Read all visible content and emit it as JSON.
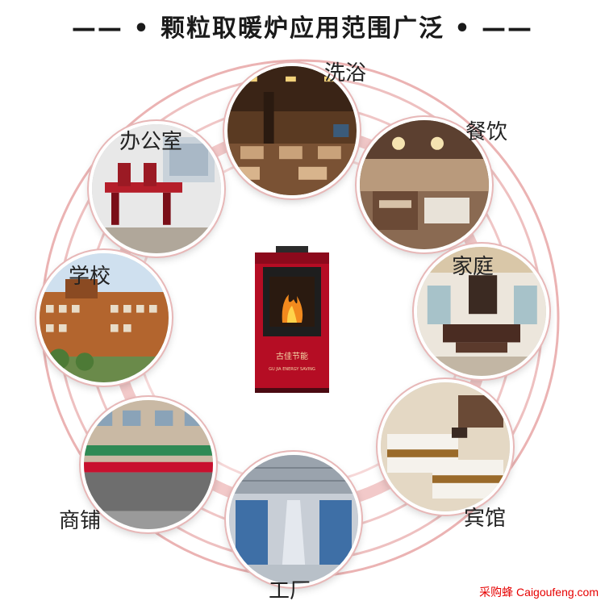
{
  "title": "—— • 颗粒取暖炉应用范围广泛 • ——",
  "labels": {
    "bath": "洗浴",
    "dining": "餐饮",
    "office": "办公室",
    "home": "家庭",
    "school": "学校",
    "hotel": "宾馆",
    "shop": "商铺",
    "factory": "工厂"
  },
  "stove": {
    "brand": "古佳节能",
    "sub": "GU JIA ENERGY SAVING"
  },
  "watermark": "采购蜂 Caigoufeng.com",
  "colors": {
    "ring": "#e7a0a0",
    "stove_red": "#c8102e",
    "stove_dark": "#2b2b2b"
  }
}
